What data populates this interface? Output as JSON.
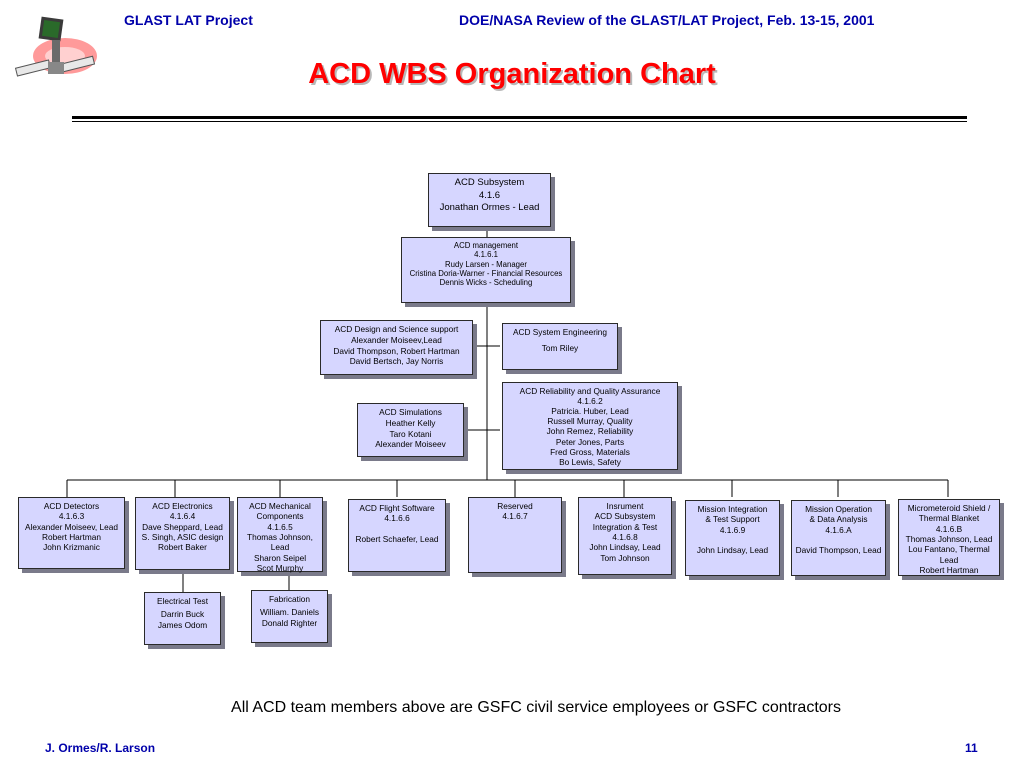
{
  "header": {
    "left": "GLAST LAT Project",
    "right": "DOE/NASA Review of the GLAST/LAT Project, Feb. 13-15, 2001"
  },
  "title": "ACD WBS Organization Chart",
  "boxes": {
    "subsystem": {
      "title": "ACD Subsystem",
      "lines": "4.1.6\nJonathan Ormes - Lead"
    },
    "management": {
      "title": "ACD management",
      "lines": "4.1.6.1\nRudy Larsen - Manager\nCristina Doria-Warner - Financial Resources\nDennis Wicks - Scheduling"
    },
    "design": {
      "title": "ACD Design and Science support",
      "lines": "Alexander Moiseev,Lead\nDavid Thompson, Robert Hartman\nDavid Bertsch, Jay Norris"
    },
    "syseng": {
      "title": "ACD System Engineering",
      "lines": "Tom Riley"
    },
    "reliability": {
      "title": "ACD Reliability and Quality Assurance",
      "lines": "4.1.6.2\nPatricia. Huber, Lead\nRussell Murray, Quality\nJohn Remez, Reliability\nPeter Jones, Parts\nFred Gross, Materials\nBo Lewis, Safety"
    },
    "simulations": {
      "title": "ACD Simulations",
      "lines": "Heather Kelly\nTaro Kotani\nAlexander Moiseev"
    },
    "detectors": {
      "title": "ACD Detectors",
      "lines": "4.1.6.3\nAlexander Moiseev, Lead\nRobert Hartman\nJohn Krizmanic"
    },
    "electronics": {
      "title": "ACD Electronics",
      "lines": "4.1.6.4\nDave Sheppard, Lead\nS. Singh, ASIC design\nRobert Baker"
    },
    "mechanical": {
      "title": "ACD Mechanical Components",
      "lines": "4.1.6.5\nThomas Johnson, Lead\nSharon Seipel\nScot Murphy"
    },
    "flight_software": {
      "title": "ACD Flight Software",
      "lines": "4.1.6.6\n\nRobert Schaefer, Lead"
    },
    "reserved": {
      "title": "Reserved",
      "lines": "4.1.6.7"
    },
    "instrument": {
      "title": "Insrument\nACD Subsystem\nIntegration & Test",
      "lines": "4.1.6.8\nJohn Lindsay, Lead\nTom Johnson"
    },
    "mission_integration": {
      "title": "Mission Integration\n& Test Support",
      "lines": "4.1.6.9\n\nJohn Lindsay, Lead"
    },
    "mission_operation": {
      "title": "Mission Operation\n& Data Analysis",
      "lines": "4.1.6.A\n\nDavid Thompson, Lead"
    },
    "micrometeoroid": {
      "title": "Micrometeroid Shield /\nThermal Blanket",
      "lines": "4.1.6.B\nThomas Johnson, Lead\nLou Fantano, Thermal Lead\nRobert Hartman"
    },
    "electrical_test": {
      "title": "Electrical Test",
      "lines": "Darrin Buck\nJames Odom"
    },
    "fabrication": {
      "title": "Fabrication",
      "lines": "William. Daniels\nDonald Righter"
    }
  },
  "footnote": "All ACD team members above are GSFC civil service employees or GSFC contractors",
  "footer": {
    "left": "J. Ormes/R. Larson",
    "page": "11"
  }
}
